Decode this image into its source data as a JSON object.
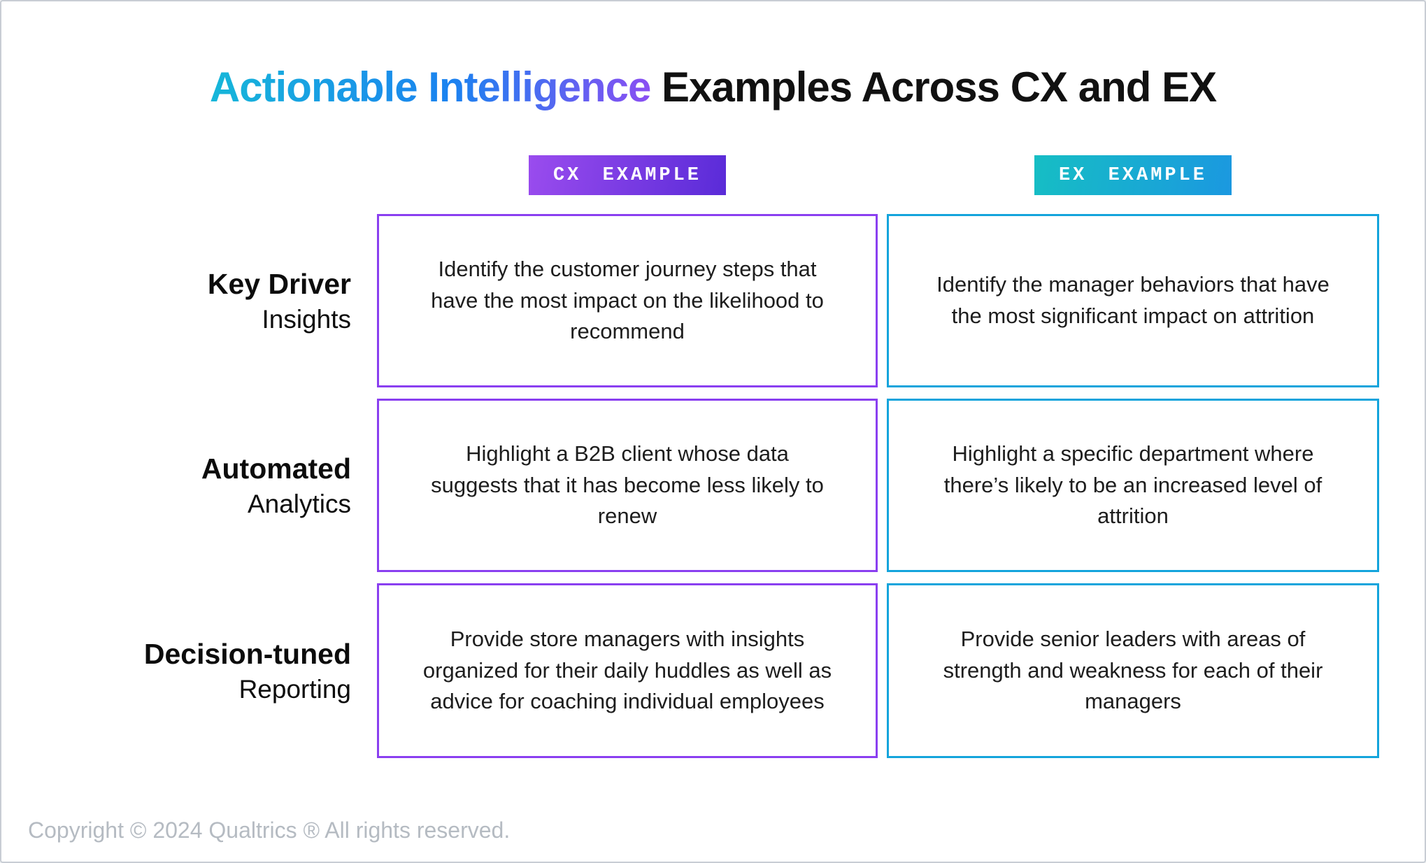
{
  "title": {
    "gradient_part": "Actionable Intelligence",
    "plain_part": " Examples Across CX and EX"
  },
  "colors": {
    "title_gradient_start": "#16b7d9",
    "title_gradient_mid": "#1b82f0",
    "title_gradient_end": "#8a4ef2",
    "cx_accent": "#8a3ff0",
    "ex_accent": "#14a4dc",
    "cx_badge_gradient": [
      "#9a4cee",
      "#5a2bd8"
    ],
    "ex_badge_gradient": [
      "#16bec4",
      "#1b98e0"
    ]
  },
  "columns": {
    "cx": {
      "badge": "CX EXAMPLE"
    },
    "ex": {
      "badge": "EX EXAMPLE"
    }
  },
  "rows": [
    {
      "label_bold": "Key Driver",
      "label_regular": "Insights",
      "cx": "Identify the customer journey steps that have the most impact on the likelihood to recommend",
      "ex": "Identify the manager behaviors that have the most significant impact on attrition"
    },
    {
      "label_bold": "Automated",
      "label_regular": "Analytics",
      "cx": "Highlight a B2B client whose data suggests that it has become less likely to renew",
      "ex": "Highlight a specific department where there’s likely to be an increased level of attrition"
    },
    {
      "label_bold": "Decision-tuned",
      "label_regular": "Reporting",
      "cx": "Provide store managers with insights organized for their daily huddles as well as advice for coaching individual employees",
      "ex": "Provide senior leaders with areas of strength and weakness for each of their managers"
    }
  ],
  "footer": "Copyright © 2024 Qualtrics ® All rights reserved."
}
